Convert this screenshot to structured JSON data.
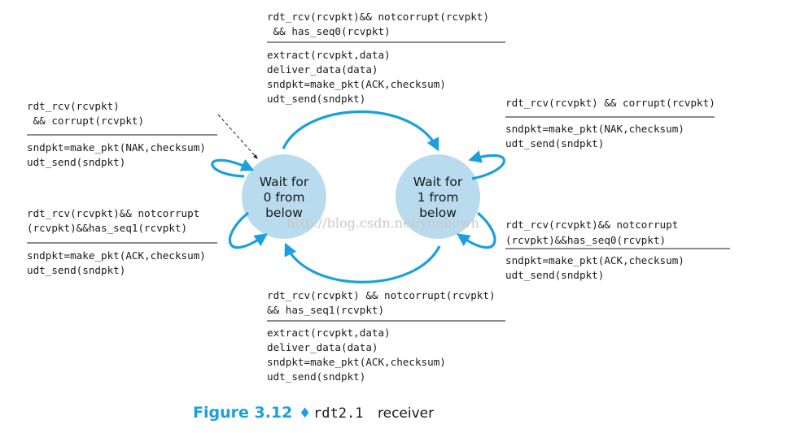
{
  "states": {
    "wait0": [
      "Wait for",
      "0 from",
      "below"
    ],
    "wait1": [
      "Wait for",
      "1 from",
      "below"
    ]
  },
  "transitions": {
    "top": {
      "event": [
        "rdt_rcv(rcvpkt)&& notcorrupt(rcvpkt)",
        " && has_seq0(rcvpkt)"
      ],
      "actions": [
        "extract(rcvpkt,data)",
        "deliver_data(data)",
        "sndpkt=make_pkt(ACK,checksum)",
        "udt_send(sndpkt)"
      ]
    },
    "left_top": {
      "event": [
        "rdt_rcv(rcvpkt)",
        " && corrupt(rcvpkt)"
      ],
      "actions": [
        "sndpkt=make_pkt(NAK,checksum)",
        "udt_send(sndpkt)"
      ]
    },
    "left_bottom": {
      "event": [
        "rdt_rcv(rcvpkt)&& notcorrupt",
        "(rcvpkt)&&has_seq1(rcvpkt)"
      ],
      "actions": [
        "sndpkt=make_pkt(ACK,checksum)",
        "udt_send(sndpkt)"
      ]
    },
    "right_top": {
      "event": [
        "rdt_rcv(rcvpkt) && corrupt(rcvpkt)"
      ],
      "actions": [
        "sndpkt=make_pkt(NAK,checksum)",
        "udt_send(sndpkt)"
      ]
    },
    "right_bottom": {
      "event": [
        "rdt_rcv(rcvpkt)&& notcorrupt",
        "(rcvpkt)&&has_seq0(rcvpkt)"
      ],
      "actions": [
        "sndpkt=make_pkt(ACK,checksum)",
        "udt_send(sndpkt)"
      ]
    },
    "bottom": {
      "event": [
        "rdt_rcv(rcvpkt) && notcorrupt(rcvpkt)",
        "&& has_seq1(rcvpkt)"
      ],
      "actions": [
        "extract(rcvpkt,data)",
        "deliver_data(data)",
        "sndpkt=make_pkt(ACK,checksum)",
        "udt_send(sndpkt)"
      ]
    }
  },
  "watermark": "http://blog.csdn.net/yuebowh",
  "caption": {
    "figure": "Figure 3.12",
    "separator": "♦",
    "code": "rdt2.1",
    "text": "receiver"
  }
}
